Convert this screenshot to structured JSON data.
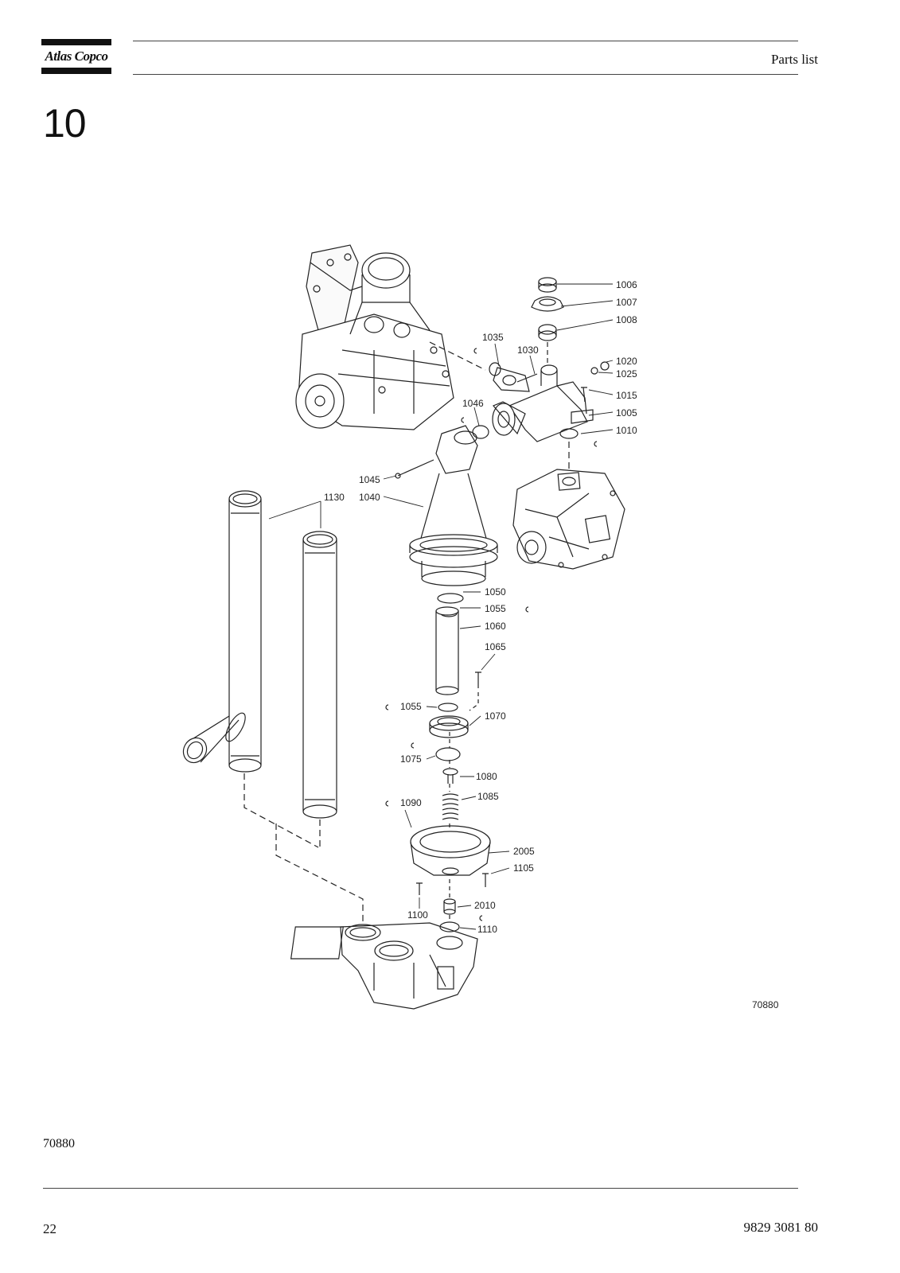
{
  "header": {
    "brand": "Atlas Copco",
    "title": "Parts list"
  },
  "section": {
    "number": "10"
  },
  "drawing": {
    "drawing_number": "70880",
    "part_labels": [
      "1006",
      "1007",
      "1008",
      "1035",
      "1030",
      "1020",
      "1025",
      "1015",
      "1005",
      "1010",
      "1046",
      "1045",
      "1040",
      "1130",
      "1050",
      "1055",
      "1060",
      "1065",
      "1055",
      "1070",
      "1075",
      "1080",
      "1085",
      "1090",
      "2005",
      "1105",
      "2010",
      "1100",
      "1110"
    ]
  },
  "footer": {
    "reference": "70880",
    "page": "22",
    "document_number": "9829 3081 80"
  }
}
